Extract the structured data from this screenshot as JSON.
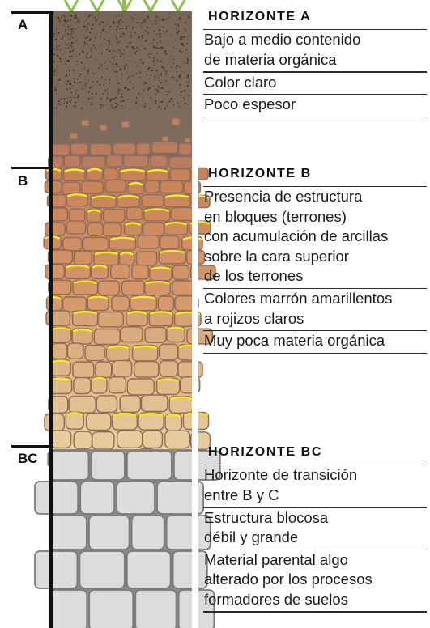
{
  "horizons": [
    {
      "id": "A",
      "label": "A",
      "title": "HORIZONTE  A",
      "items": [
        {
          "lines": [
            "Bajo a medio contenido",
            "de materia orgánica"
          ]
        },
        {
          "lines": [
            "Color claro"
          ]
        },
        {
          "lines": [
            "Poco espesor"
          ]
        }
      ]
    },
    {
      "id": "B",
      "label": "B",
      "title": "HORIZONTE  B",
      "items": [
        {
          "lines": [
            "Presencia de estructura",
            "en bloques (terrones)",
            "con acumulación de arcillas",
            "sobre la cara superior",
            "de los terrones"
          ]
        },
        {
          "lines": [
            "Colores marrón amarillentos",
            "a rojizos claros"
          ]
        },
        {
          "lines": [
            "Muy poca materia orgánica"
          ]
        }
      ]
    },
    {
      "id": "BC",
      "label": "BC",
      "title": "HORIZONTE  BC",
      "items": [
        {
          "lines": [
            "Horizonte de transición",
            "entre B y C"
          ]
        },
        {
          "lines": [
            "Estructura blocosa",
            "débil y grande"
          ]
        },
        {
          "lines": [
            "Material parental algo",
            "alterado por los procesos",
            "formadores de suelos"
          ]
        }
      ]
    }
  ],
  "colors": {
    "horizon_a": "#7b6b5e",
    "horizon_b_top": "#c47d55",
    "horizon_b_bottom": "#ead3a3",
    "clay_coating": "#f4ea28",
    "horizon_bc": "#dcdcda",
    "grass": "#8fbf4f",
    "rules": "#2a2a2a"
  }
}
